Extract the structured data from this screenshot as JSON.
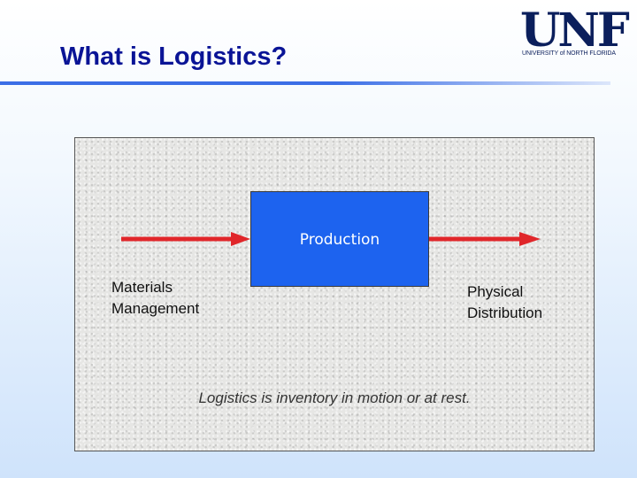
{
  "slide": {
    "title": "What is Logistics?"
  },
  "logo": {
    "letters": "UNF",
    "subtitle": "UNIVERSITY of NORTH FLORIDA"
  },
  "diagram": {
    "center_box": "Production",
    "left_label": "Materials Management",
    "right_label": "Physical Distribution",
    "caption": "Logistics is inventory in motion or at rest."
  },
  "colors": {
    "title": "#0a1496",
    "box_fill": "#1d63ef",
    "arrow": "#e0262a",
    "rule": "#3b6ee6"
  }
}
